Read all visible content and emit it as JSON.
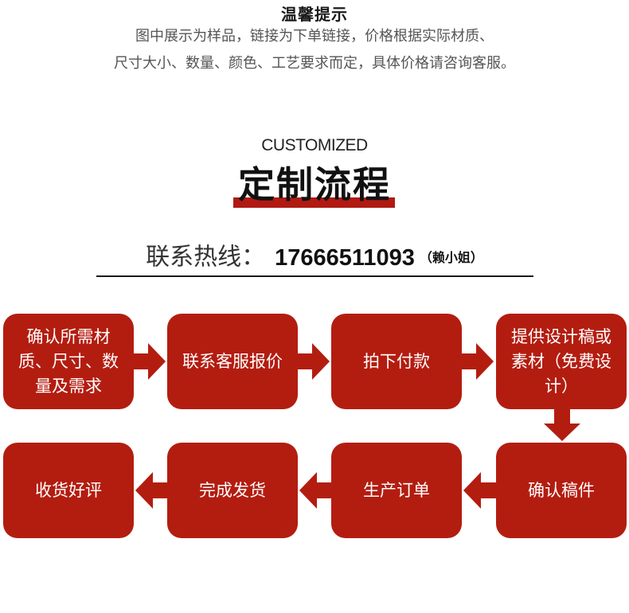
{
  "notice": {
    "title": "温馨提示",
    "line1": "图中展示为样品，链接为下单链接，价格根据实际材质、",
    "line2": "尺寸大小、数量、颜色、工艺要求而定，具体价格请咨询客服。"
  },
  "header": {
    "subtitle_en": "CUSTOMIZED",
    "title": "定制流程"
  },
  "hotline": {
    "label": "联系热线：",
    "number": "17666511093",
    "contact": "（赖小姐）"
  },
  "steps": [
    "确认所需材质、尺寸、数量及需求",
    "联系客服报价",
    "拍下付款",
    "提供设计稿或素材（免费设计）",
    "确认稿件",
    "生产订单",
    "完成发货",
    "收货好评"
  ],
  "colors": {
    "accent": "#b31d10",
    "text": "#111111",
    "notice_text": "#555555"
  },
  "icons": [
    "arrow-right-icon",
    "arrow-down-icon",
    "arrow-left-icon"
  ]
}
